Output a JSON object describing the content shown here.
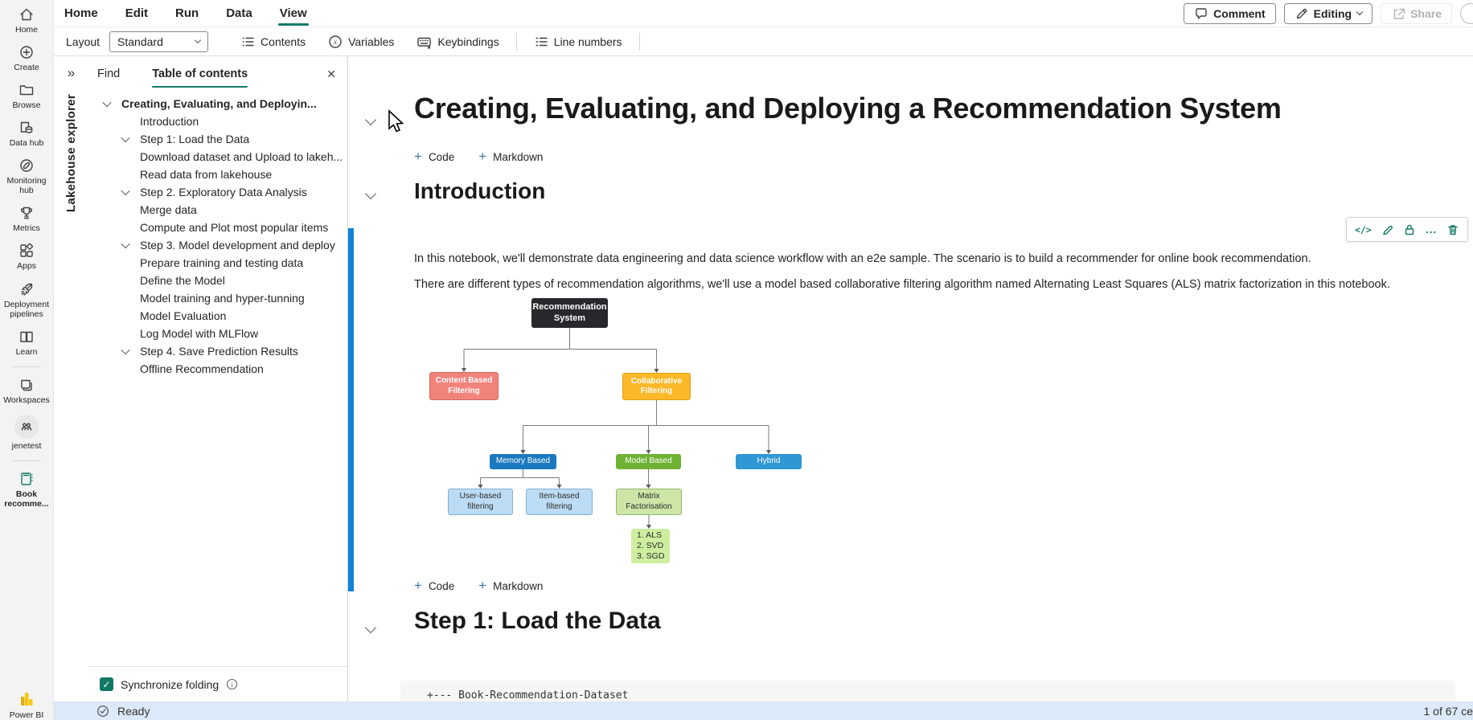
{
  "menu_bar": {
    "items": [
      "Home",
      "Edit",
      "Run",
      "Data",
      "View"
    ],
    "active_item": "View",
    "comment_label": "Comment",
    "editing_label": "Editing",
    "share_label": "Share"
  },
  "toolbar": {
    "layout_label": "Layout",
    "layout_value": "Standard",
    "contents_label": "Contents",
    "variables_label": "Variables",
    "keybindings_label": "Keybindings",
    "line_numbers_label": "Line numbers"
  },
  "rail": {
    "items": [
      {
        "label": "Home"
      },
      {
        "label": "Create"
      },
      {
        "label": "Browse"
      },
      {
        "label": "Data hub"
      },
      {
        "label": "Monitoring hub"
      },
      {
        "label": "Metrics"
      },
      {
        "label": "Apps"
      },
      {
        "label": "Deployment pipelines"
      },
      {
        "label": "Learn"
      },
      {
        "label": "Workspaces"
      },
      {
        "label": "jenetest"
      },
      {
        "label": "Book recomme..."
      },
      {
        "label": "Power BI"
      }
    ]
  },
  "explorer_strip": {
    "label": "Lakehouse explorer"
  },
  "toc": {
    "find_tab": "Find",
    "contents_tab": "Table of contents",
    "items": [
      {
        "label": "Creating, Evaluating, and Deployin..."
      },
      {
        "label": "Introduction"
      },
      {
        "label": "Step 1: Load the Data"
      },
      {
        "label": "Download dataset and Upload to lakeh..."
      },
      {
        "label": "Read data from lakehouse"
      },
      {
        "label": "Step 2. Exploratory Data Analysis"
      },
      {
        "label": "Merge data"
      },
      {
        "label": "Compute and Plot most popular items"
      },
      {
        "label": "Step 3. Model development and deploy"
      },
      {
        "label": "Prepare training and testing data"
      },
      {
        "label": "Define the Model"
      },
      {
        "label": "Model training and hyper-tunning"
      },
      {
        "label": "Model Evaluation"
      },
      {
        "label": "Log Model with MLFlow"
      },
      {
        "label": "Step 4. Save Prediction Results"
      },
      {
        "label": "Offline Recommendation"
      }
    ],
    "sync_folding_label": "Synchronize folding"
  },
  "notebook": {
    "title": "Creating, Evaluating, and Deploying a Recommendation System",
    "add_code_label": "Code",
    "add_markdown_label": "Markdown",
    "intro_heading": "Introduction",
    "para1": "In this notebook, we'll demonstrate data engineering and data science workflow with an e2e sample. The scenario is to build a recommender for online book recommendation.",
    "para2": "There are different types of recommendation algorithms, we'll use a model based collaborative filtering algorithm named Alternating Least Squares (ALS) matrix factorization in this notebook.",
    "step1_heading": "Step 1: Load the Data",
    "code_line": "+--- Book-Recommendation-Dataset",
    "cell_toolbar_more": "..."
  },
  "diagram": {
    "connector_color": "#7b7b7b",
    "nodes": [
      {
        "label": "Recommendation System",
        "bg": "#26282b",
        "text": "#ffffff"
      },
      {
        "label": "Content Based Filtering",
        "bg": "#f2837b",
        "border": "#cf6a60",
        "text": "#ffffff"
      },
      {
        "label": "Collaborative Filtering",
        "bg": "#fbb829",
        "border": "#e09f12",
        "text": "#ffffff"
      },
      {
        "label": "Memory Based",
        "bg": "#1b79c0",
        "text": "#ffffff"
      },
      {
        "label": "Model Based",
        "bg": "#6eb233",
        "text": "#ffffff"
      },
      {
        "label": "Hybrid",
        "bg": "#2f97d4",
        "text": "#ffffff"
      },
      {
        "label": "User-based filtering",
        "bg": "#bcdcf5",
        "border": "#86aed0",
        "text": "#2c2c2c"
      },
      {
        "label": "Item-based filtering",
        "bg": "#bcdcf5",
        "border": "#86aed0",
        "text": "#2c2c2c"
      },
      {
        "label": "Matrix Factorisation",
        "bg": "#cde6a8",
        "border": "#93b96d",
        "text": "#2c2c2c"
      },
      {
        "label": "1. ALS\n2. SVD\n3. SGD",
        "bg": "#cdee9f",
        "text": "#2c2c2c"
      }
    ]
  },
  "status_bar": {
    "ready_label": "Ready",
    "cell_count": "1 of 67 ce"
  },
  "colors": {
    "accent_teal": "#117865",
    "scrollbar_blue": "#1283da",
    "statusbar_bg": "#dbe9f8",
    "rail_bg": "#f3f3f3"
  }
}
